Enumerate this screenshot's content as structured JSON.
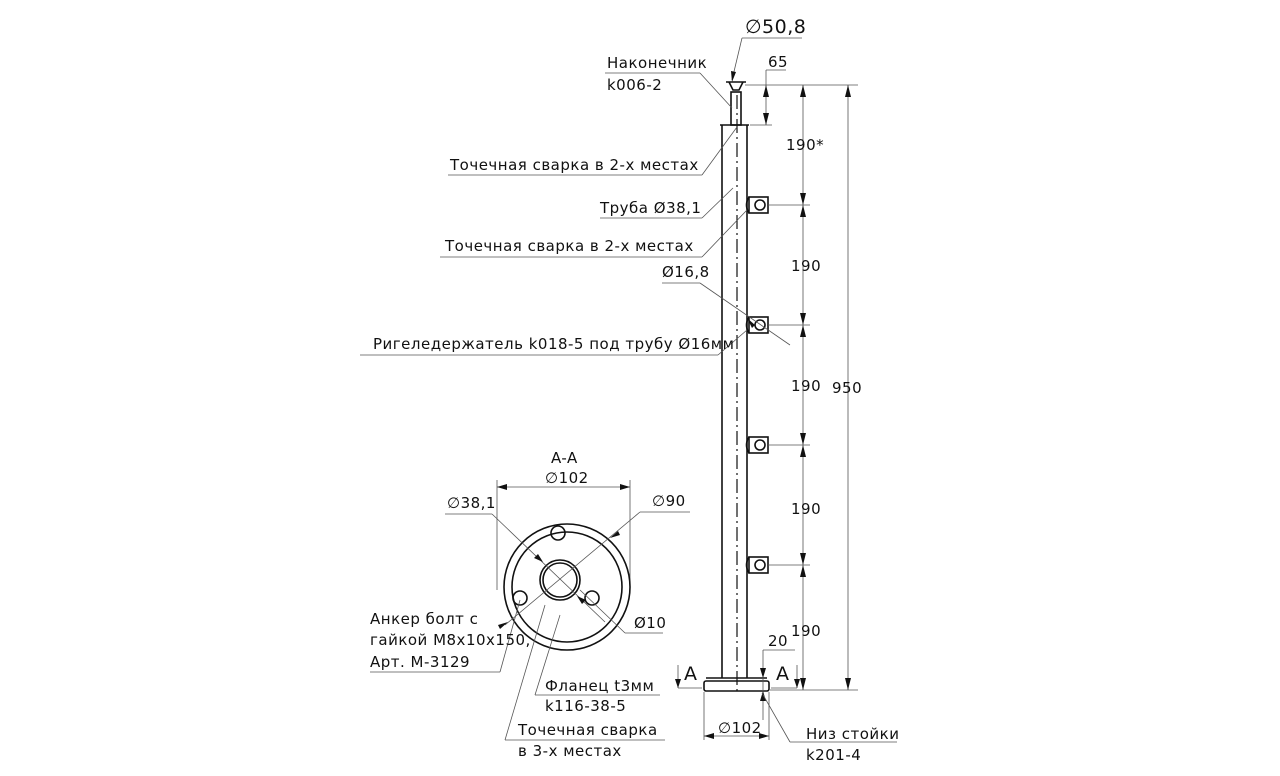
{
  "drawing": {
    "top_diameter": "∅50,8",
    "dim_65": "65",
    "finial_label": "Наконечник",
    "finial_code": "k006-2",
    "weld_top": "Точечная сварка в 2-х местах",
    "pipe": "Труба Ø38,1",
    "weld_holder": "Точечная сварка в 2-х местах",
    "holder_diameter": "Ø16,8",
    "holder_label": "Ригеледержатель k018-5 под трубу Ø16мм",
    "spacing_first": "190*",
    "spacings": [
      "190",
      "190",
      "190",
      "190"
    ],
    "total_height": "950",
    "dim_20": "20",
    "section_mark": "A",
    "base_diameter": "∅102",
    "base_label": "Низ стойки",
    "base_code": "k201-4"
  },
  "section": {
    "title": "A-A",
    "outer_diameter": "∅102",
    "pipe_diameter": "∅38,1",
    "bolt_circle": "∅90",
    "hole_diameter": "Ø10",
    "anchor_lines": [
      "Анкер болт с",
      "гайкой M8x10x150,",
      "Арт. M-3129"
    ],
    "flange_lines": [
      "Фланец t3мм",
      "k116-38-5"
    ],
    "weld_lines": [
      "Точечная сварка",
      "в 3-х местах"
    ]
  }
}
